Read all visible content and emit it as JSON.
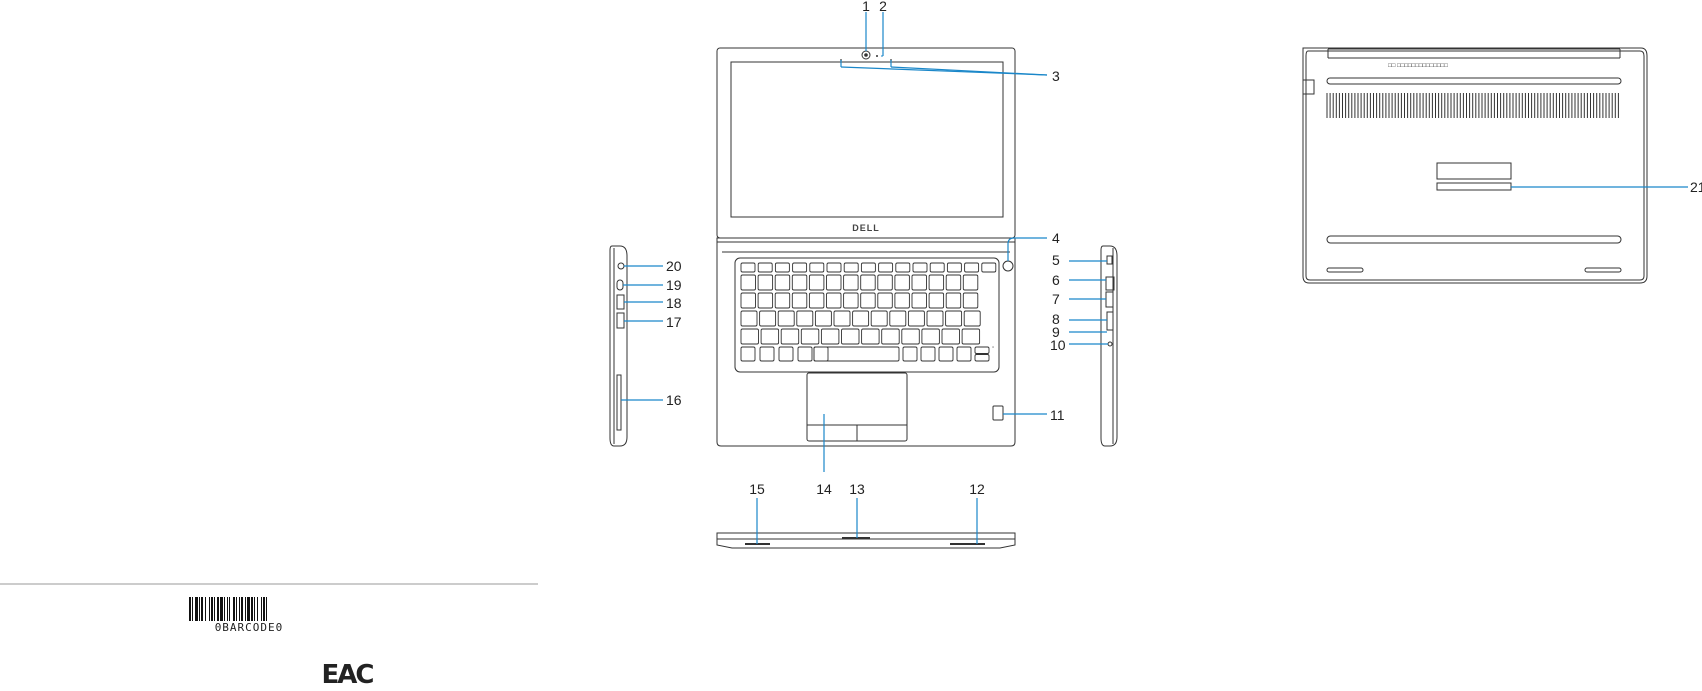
{
  "brand": "DELL",
  "barcode": {
    "text": "0BARCODE0"
  },
  "certification_mark": "EAC",
  "colors": {
    "leader": "#1a87c9",
    "outline": "#333333",
    "divider": "#9a9a9a"
  },
  "callouts": [
    {
      "id": "c1",
      "label": "1"
    },
    {
      "id": "c2",
      "label": "2"
    },
    {
      "id": "c3",
      "label": "3"
    },
    {
      "id": "c4",
      "label": "4"
    },
    {
      "id": "c5",
      "label": "5"
    },
    {
      "id": "c6",
      "label": "6"
    },
    {
      "id": "c7",
      "label": "7"
    },
    {
      "id": "c8",
      "label": "8"
    },
    {
      "id": "c9",
      "label": "9"
    },
    {
      "id": "c10",
      "label": "10"
    },
    {
      "id": "c11",
      "label": "11"
    },
    {
      "id": "c12",
      "label": "12"
    },
    {
      "id": "c13",
      "label": "13"
    },
    {
      "id": "c14",
      "label": "14"
    },
    {
      "id": "c15",
      "label": "15"
    },
    {
      "id": "c16",
      "label": "16"
    },
    {
      "id": "c17",
      "label": "17"
    },
    {
      "id": "c18",
      "label": "18"
    },
    {
      "id": "c19",
      "label": "19"
    },
    {
      "id": "c20",
      "label": "20"
    },
    {
      "id": "c21",
      "label": "21"
    }
  ]
}
